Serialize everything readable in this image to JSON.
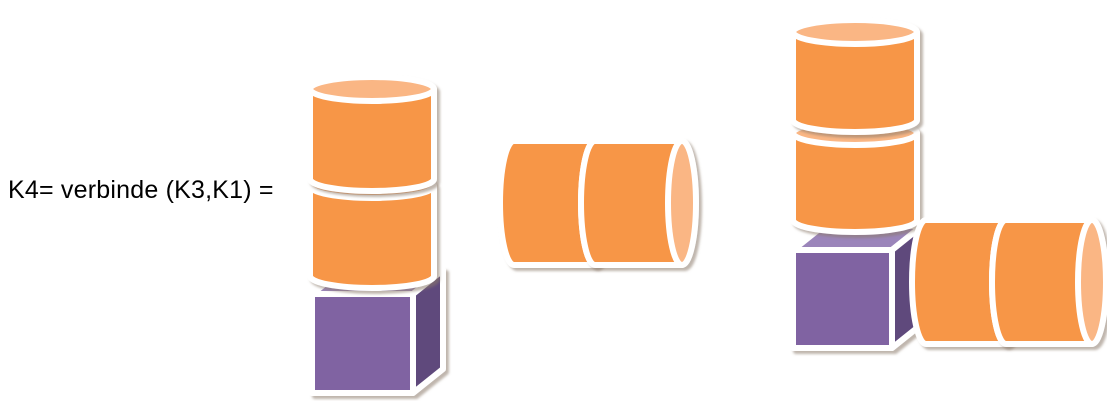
{
  "formula": {
    "text": "K4= verbinde (K3,K1) ="
  },
  "colors": {
    "orange": "#F79646",
    "orange_dark": "#D4792E",
    "orange_light": "#FAB684",
    "purple": "#8064A2",
    "purple_top": "#9B85BA",
    "purple_side": "#5F4A7C",
    "outline": "#FFFFFF",
    "shadow": "#C2B9AE"
  },
  "diagram": {
    "left_figure": {
      "shapes": [
        "vertical-cylinder",
        "vertical-cylinder",
        "cube"
      ]
    },
    "middle_figure": {
      "shapes": [
        "horizontal-cylinder",
        "horizontal-cylinder"
      ]
    },
    "right_figure": {
      "shapes": [
        "vertical-cylinder",
        "vertical-cylinder",
        "cube",
        "horizontal-cylinder",
        "horizontal-cylinder"
      ]
    }
  }
}
